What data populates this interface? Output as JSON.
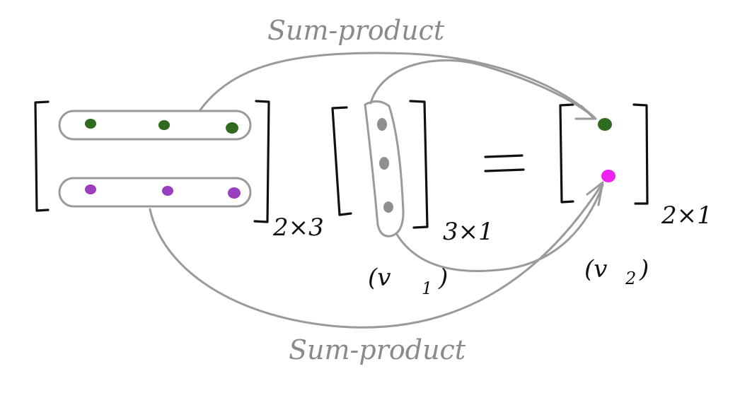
{
  "labels": {
    "top_annotation": "Sum-product",
    "bottom_annotation": "Sum-product",
    "matrix_dim": "2×3",
    "vector_dim": "3×1",
    "result_dim": "2×1",
    "v1": "(v",
    "v1_sub": "1",
    "v1_close": ")",
    "v2": "(v",
    "v2_sub": "2",
    "v2_close": ")",
    "equals": "="
  },
  "colors": {
    "row1_dots": "#2e6b1f",
    "row2_dots": "#9a3fc2",
    "vector_dots": "#8f8f8f",
    "result_top": "#2e6b1f",
    "result_bottom": "#ee22ee",
    "ink": "#111111",
    "pencil": "#9a9a9a"
  }
}
